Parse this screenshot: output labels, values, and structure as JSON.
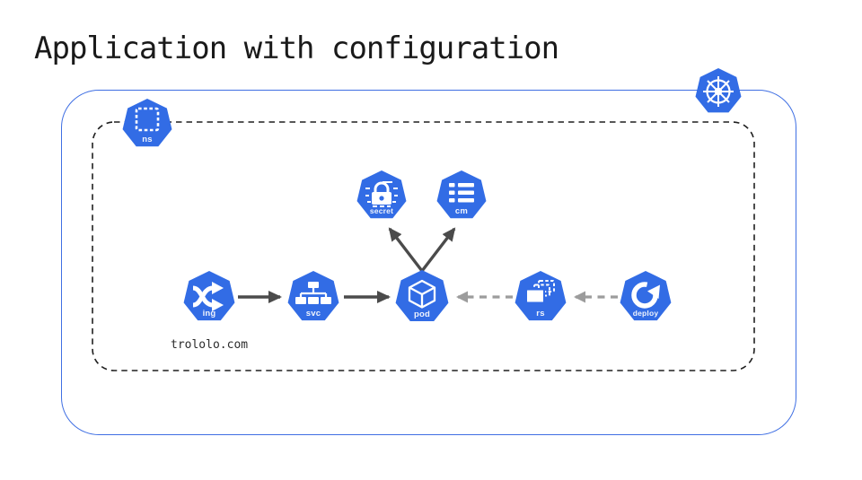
{
  "title": "Application with configuration",
  "colors": {
    "node_blue": "#326CE5",
    "border_blue": "#3F6FE3",
    "arrow_dark": "#4B4B4B",
    "arrow_gray": "#9C9C9C",
    "ink": "#1A1A1A"
  },
  "cluster": {
    "logo_icon": "kubernetes-helm-wheel"
  },
  "namespace": {
    "label": "ns"
  },
  "nodes": {
    "ingress": {
      "label": "ing",
      "icon": "crossing-arrows"
    },
    "service": {
      "label": "svc",
      "icon": "network-tree"
    },
    "pod": {
      "label": "pod",
      "icon": "cube"
    },
    "replicaset": {
      "label": "rs",
      "icon": "stacked-rectangles"
    },
    "deployment": {
      "label": "deploy",
      "icon": "circular-arrow"
    },
    "secret": {
      "label": "secret",
      "icon": "padlock"
    },
    "configmap": {
      "label": "cm",
      "icon": "list-lines"
    }
  },
  "annotations": {
    "hostname": "trololo.com"
  },
  "edges": [
    {
      "from": "ingress",
      "to": "service",
      "style": "solid"
    },
    {
      "from": "service",
      "to": "pod",
      "style": "solid"
    },
    {
      "from": "pod",
      "to": "secret",
      "style": "solid"
    },
    {
      "from": "pod",
      "to": "configmap",
      "style": "solid"
    },
    {
      "from": "replicaset",
      "to": "pod",
      "style": "dashed"
    },
    {
      "from": "deployment",
      "to": "replicaset",
      "style": "dashed"
    }
  ]
}
